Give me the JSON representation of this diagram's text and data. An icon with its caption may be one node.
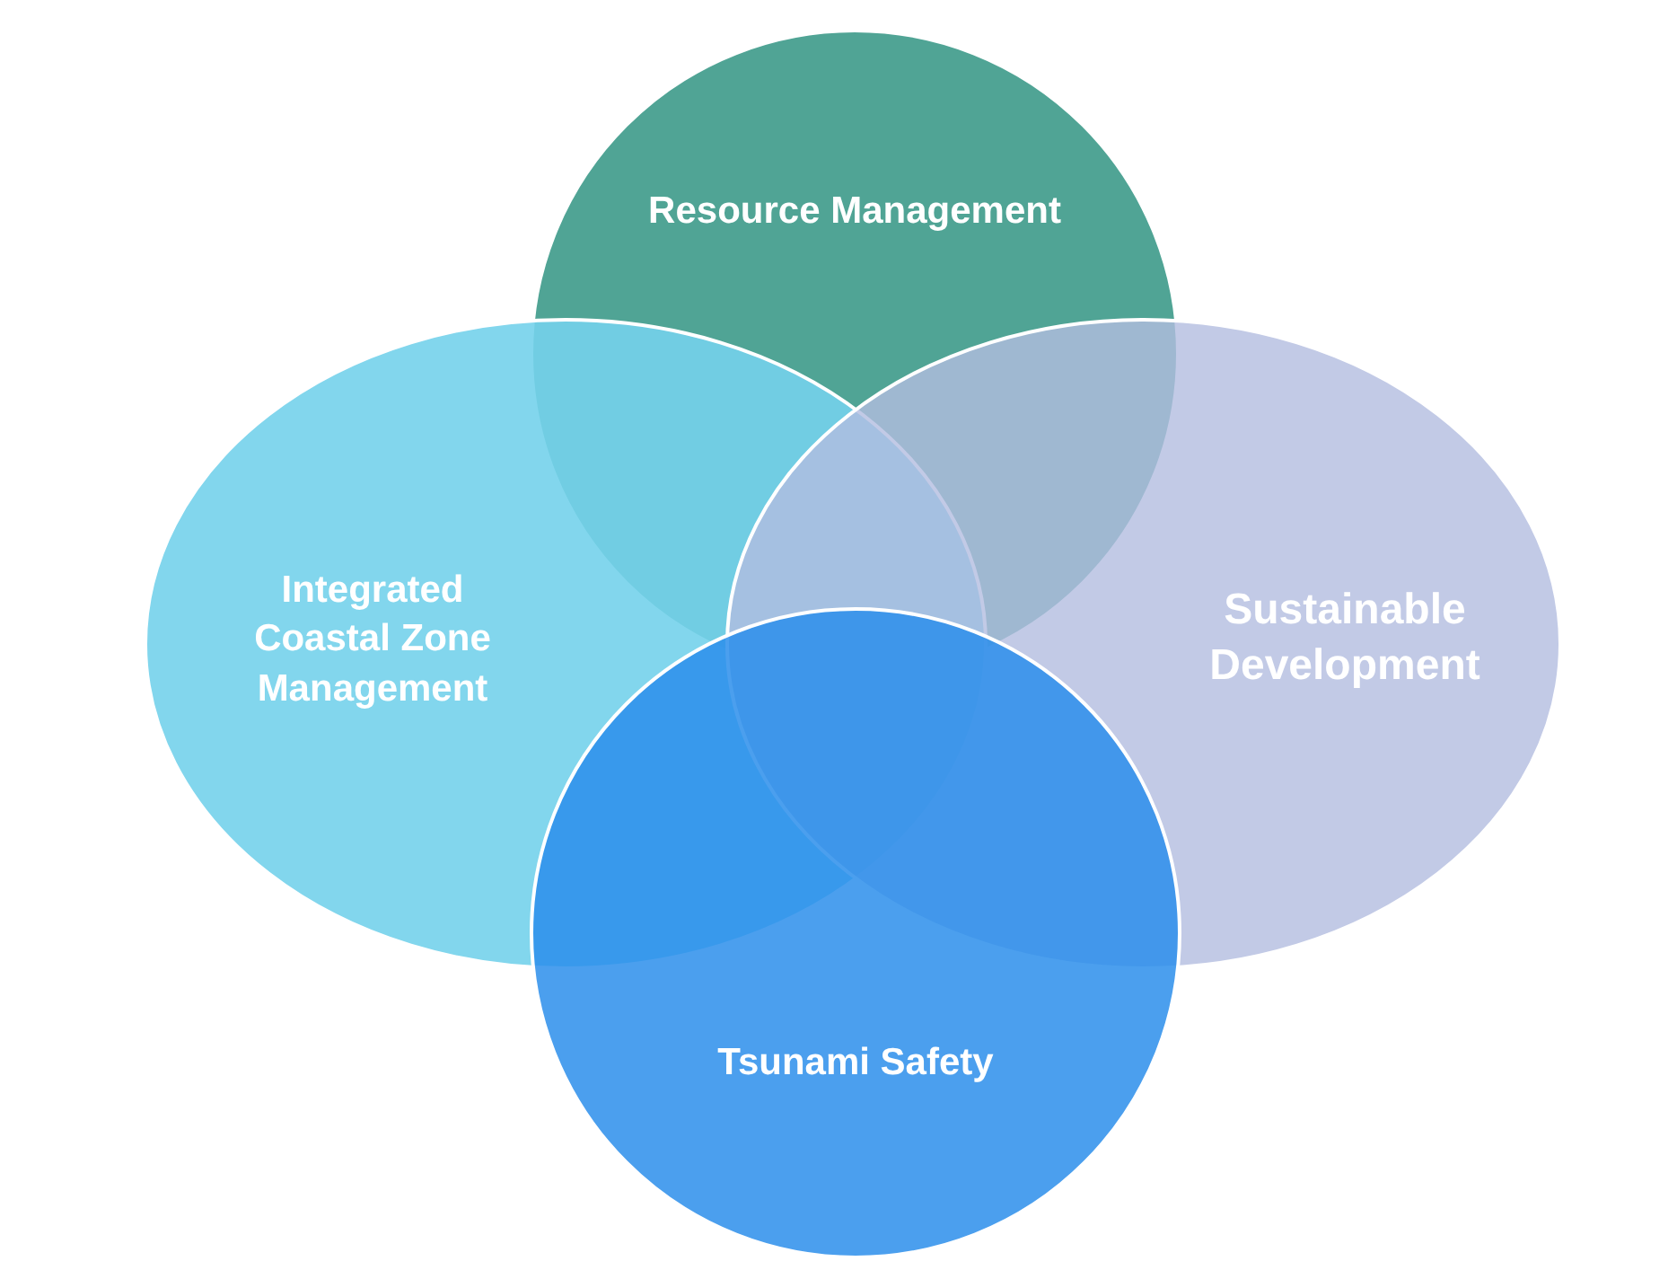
{
  "diagram": {
    "nodes": [
      {
        "text": [
          "Resource Management"
        ]
      },
      {
        "text": [
          "Integrated Coastal Zone Management"
        ]
      },
      {
        "text": [
          "Sustainable Development"
        ]
      },
      {
        "text": [
          "Tsunami Safety"
        ]
      }
    ]
  }
}
